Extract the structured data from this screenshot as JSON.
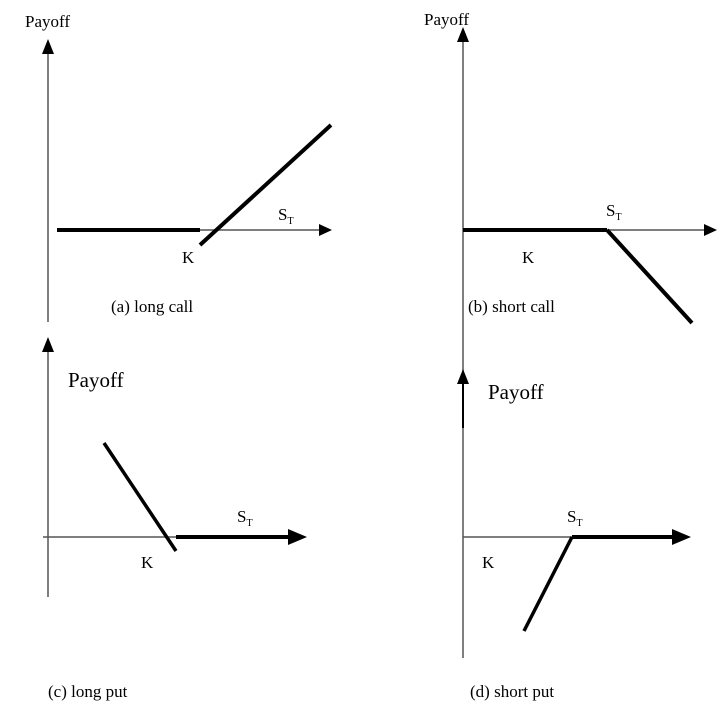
{
  "panels": [
    {
      "id": "a",
      "payoff_label": "Payoff",
      "x_label": "S",
      "x_label_sub": "T",
      "strike_label": "K",
      "caption": "(a) long call"
    },
    {
      "id": "b",
      "payoff_label": "Payoff",
      "x_label": "S",
      "x_label_sub": "T",
      "strike_label": "K",
      "caption": "(b) short call"
    },
    {
      "id": "c",
      "payoff_label": "Payoff",
      "x_label": "S",
      "x_label_sub": "T",
      "strike_label": "K",
      "caption": "(c) long put"
    },
    {
      "id": "d",
      "payoff_label": "Payoff",
      "x_label": "S",
      "x_label_sub": "T",
      "strike_label": "K",
      "caption": "(d) short put"
    }
  ],
  "colors": {
    "axis": "#555555",
    "payoff": "#000000"
  }
}
